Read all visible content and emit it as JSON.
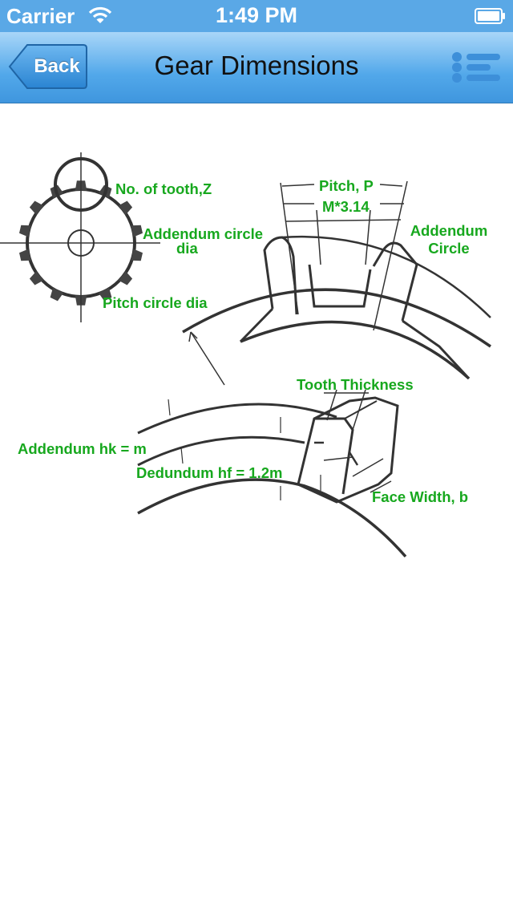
{
  "status_bar": {
    "carrier": "Carrier",
    "time": "1:49 PM"
  },
  "nav": {
    "back_label": "Back",
    "title": "Gear Dimensions",
    "menu_icon": "list-icon"
  },
  "diagram": {
    "labels": {
      "no_of_tooth": "No. of tooth,Z",
      "addendum_circle_dia_1": "Addendum circle",
      "addendum_circle_dia_2": "dia",
      "pitch_circle_dia": "Pitch circle dia",
      "pitch": "Pitch, P",
      "pitch_formula": "M*3.14",
      "addendum_circle_1": "Addendum",
      "addendum_circle_2": "Circle",
      "tooth_thickness": "Tooth Thickness",
      "addendum_hk": "Addendum hk = m",
      "dedendum_hf": "Dedundum hf = 1.2m",
      "face_width": "Face Width, b"
    },
    "colors": {
      "label": "#17a81e",
      "line": "#333333",
      "bar": "#5aa8e6"
    }
  }
}
